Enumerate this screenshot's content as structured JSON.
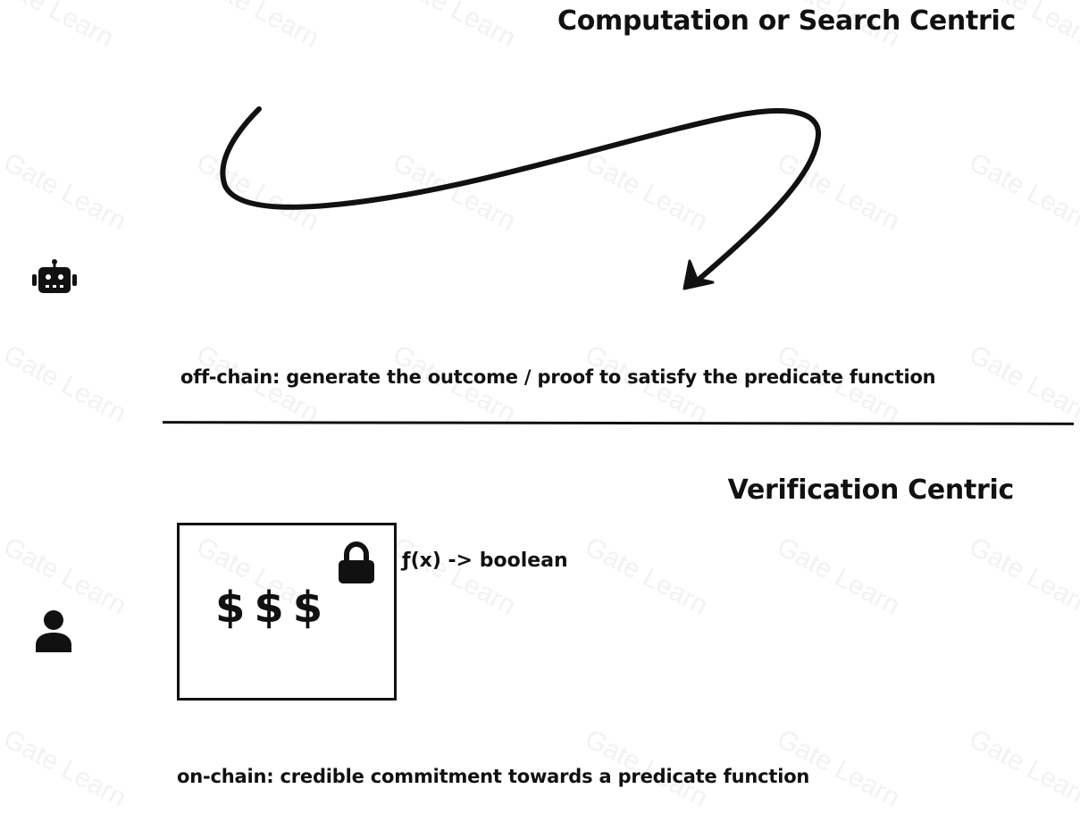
{
  "header": {
    "title": "Computation or Search Centric"
  },
  "offchain": {
    "caption": "off-chain: generate the outcome / proof to satisfy the predicate function",
    "agent_icon": "robot-icon"
  },
  "onchain": {
    "title": "Verification Centric",
    "caption": "on-chain: credible commitment towards a predicate function",
    "user_icon": "person-icon",
    "vault": {
      "value": "$$$",
      "lock_icon": "lock-icon"
    },
    "function_label": "ƒ(x) -> boolean"
  },
  "watermark": {
    "text": "Gate Learn"
  },
  "colors": {
    "ink": "#111111",
    "background": "#ffffff",
    "watermark": "#f2f2f2"
  }
}
